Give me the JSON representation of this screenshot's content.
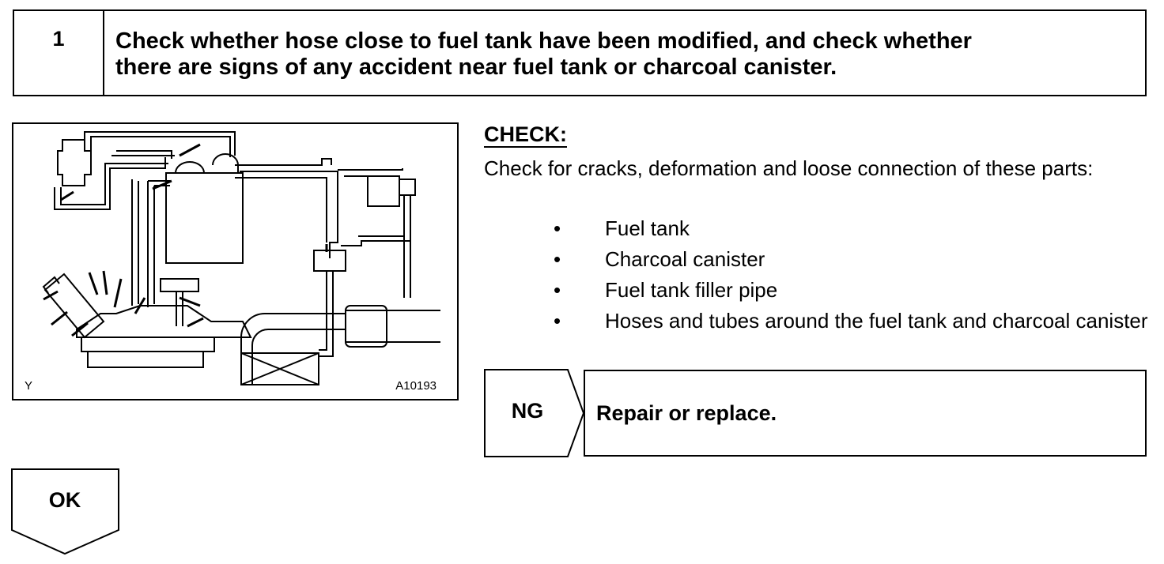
{
  "step": {
    "number": "1",
    "title_line1": "Check whether hose close to fuel tank have been modified, and check whether",
    "title_line2": "there are signs of any accident near fuel tank or charcoal canister."
  },
  "figure": {
    "code_left": "Y",
    "code_right": "A10193"
  },
  "check": {
    "heading": "CHECK:",
    "intro": "Check for cracks, deformation and loose connection of these parts:",
    "bullet_symbol": "•",
    "parts": [
      "Fuel tank",
      "Charcoal canister",
      "Fuel tank filler pipe",
      "Hoses and tubes around the fuel tank and charcoal canister"
    ]
  },
  "ng": {
    "label": "NG",
    "action": "Repair or replace."
  },
  "ok": {
    "label": "OK"
  }
}
